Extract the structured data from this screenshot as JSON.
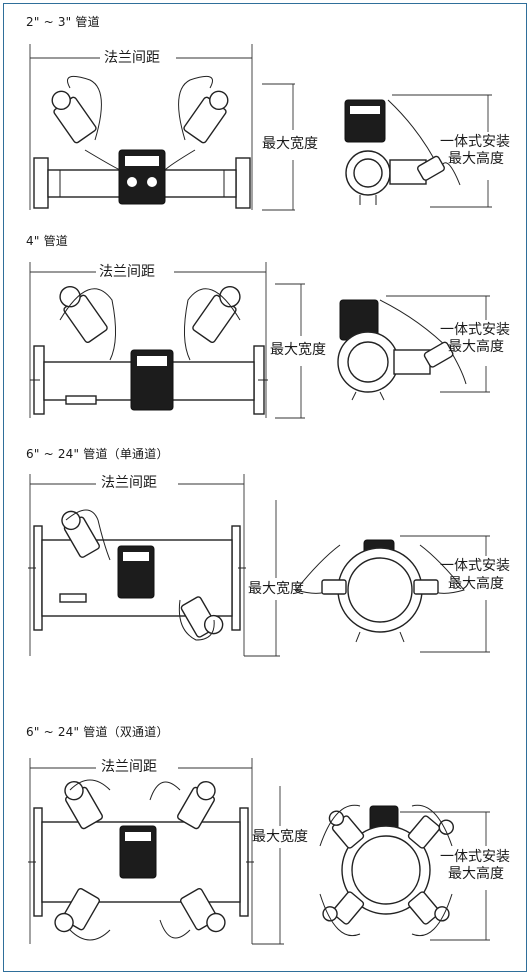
{
  "sections": [
    {
      "title": "2\" ~ 3\" 管道",
      "flange_label": "法兰间距",
      "width_label": "最大宽度",
      "height_label_1": "一体式安装",
      "height_label_2": "最大高度"
    },
    {
      "title": "4\" 管道",
      "flange_label": "法兰间距",
      "width_label": "最大宽度",
      "height_label_1": "一体式安装",
      "height_label_2": "最大高度"
    },
    {
      "title": "6\" ~ 24\" 管道（单通道）",
      "flange_label": "法兰间距",
      "width_label": "最大宽度",
      "height_label_1": "一体式安装",
      "height_label_2": "最大高度"
    },
    {
      "title": "6\" ~ 24\" 管道（双通道）",
      "flange_label": "法兰间距",
      "width_label": "最大宽度",
      "height_label_1": "一体式安装",
      "height_label_2": "最大高度"
    }
  ],
  "colors": {
    "frame": "#2f6f9a",
    "line": "#222222"
  }
}
